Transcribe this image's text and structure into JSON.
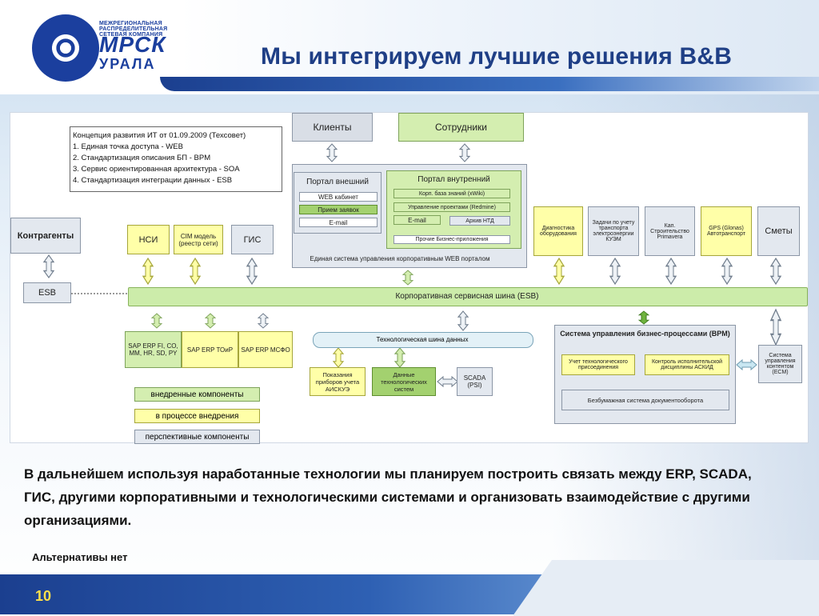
{
  "slide": {
    "title": "Мы интегрируем лучшие решения B&B",
    "page_number": "10",
    "body_text": "В дальнейшем используя наработанные технологии мы планируем построить связать между ERP, SCADA, ГИС, другими корпоративными и технологическими системами и организовать взаимодействие с другими организациями.",
    "note": "Альтернативы нет"
  },
  "logo": {
    "line1": "МЕЖРЕГИОНАЛЬНАЯ",
    "line2": "РАСПРЕДЕЛИТЕЛЬНАЯ",
    "line3": "СЕТЕВАЯ КОМПАНИЯ",
    "name": "МРСК",
    "region": "УРАЛА"
  },
  "concept": {
    "title": "Концепция развития ИТ от 01.09.2009 (Техсовет)",
    "items": [
      "1. Единая точка доступа - WEB",
      "2. Стандартизация описания БП - BPM",
      "3. Сервис ориентированная архитектура - SOA",
      "4. Стандартизация интеграции данных - ESB"
    ]
  },
  "top": {
    "clients": "Клиенты",
    "employees": "Сотрудники"
  },
  "portal_external": {
    "title": "Портал внешний",
    "items": [
      "WEB кабинет",
      "Прием заявок",
      "E-mail"
    ]
  },
  "portal_internal": {
    "title": "Портал внутренний",
    "items": [
      "Корп. база знаний (xWiki)",
      "Управление проектами (Redmine)",
      "E-mail",
      "Архив НТД",
      "Прочие Бизнес-приложения"
    ]
  },
  "web_system_label": "Единая система управления корпоративным WEB порталом",
  "left": {
    "counterparties": "Контрагенты",
    "esb": "ESB"
  },
  "modules": {
    "nsi": "НСИ",
    "cim": "CIM модель (реестр сети)",
    "gis": "ГИС"
  },
  "right_modules": {
    "diagnostics": "Диагностика оборудования",
    "transport": "Задачи по учету транспорта электроэнергии КУЭМ",
    "capital": "Кап. Строительство Primavera",
    "gps": "GPS (Glonas) Автотранспорт",
    "estimates": "Сметы"
  },
  "bus": {
    "corporate": "Корпоративная сервисная шина (ESB)",
    "technological": "Технологическая шина данных"
  },
  "erp": {
    "fi": "SAP ERP FI, CO, MM, HR, SD, PY",
    "toir": "SAP ERP ТОиР",
    "msfo": "SAP ERP МСФО"
  },
  "tech": {
    "meters": "Показания приборов учета АИСКУЭ",
    "tech_data": "Данные технологических систем",
    "scada": "SCADA (PSI)"
  },
  "bpm": {
    "title": "Система управления бизнес-процессами (BPM)",
    "tech_connection": "Учет технологического присоединения",
    "control": "Контроль исполнительской дисциплины АСКИД",
    "paperless": "Безбумажная система документооборота"
  },
  "ecm": "Система управления контентом (ECM)",
  "legend": {
    "implemented": "внедренные компоненты",
    "in_progress": "в процессе внедрения",
    "prospective": "перспективные компоненты"
  },
  "colors": {
    "title": "#1f3f86",
    "implemented": "#d4eeb0",
    "in_progress": "#ffffa8",
    "prospective": "#e3e8ef",
    "page_number": "#ffe04a"
  }
}
